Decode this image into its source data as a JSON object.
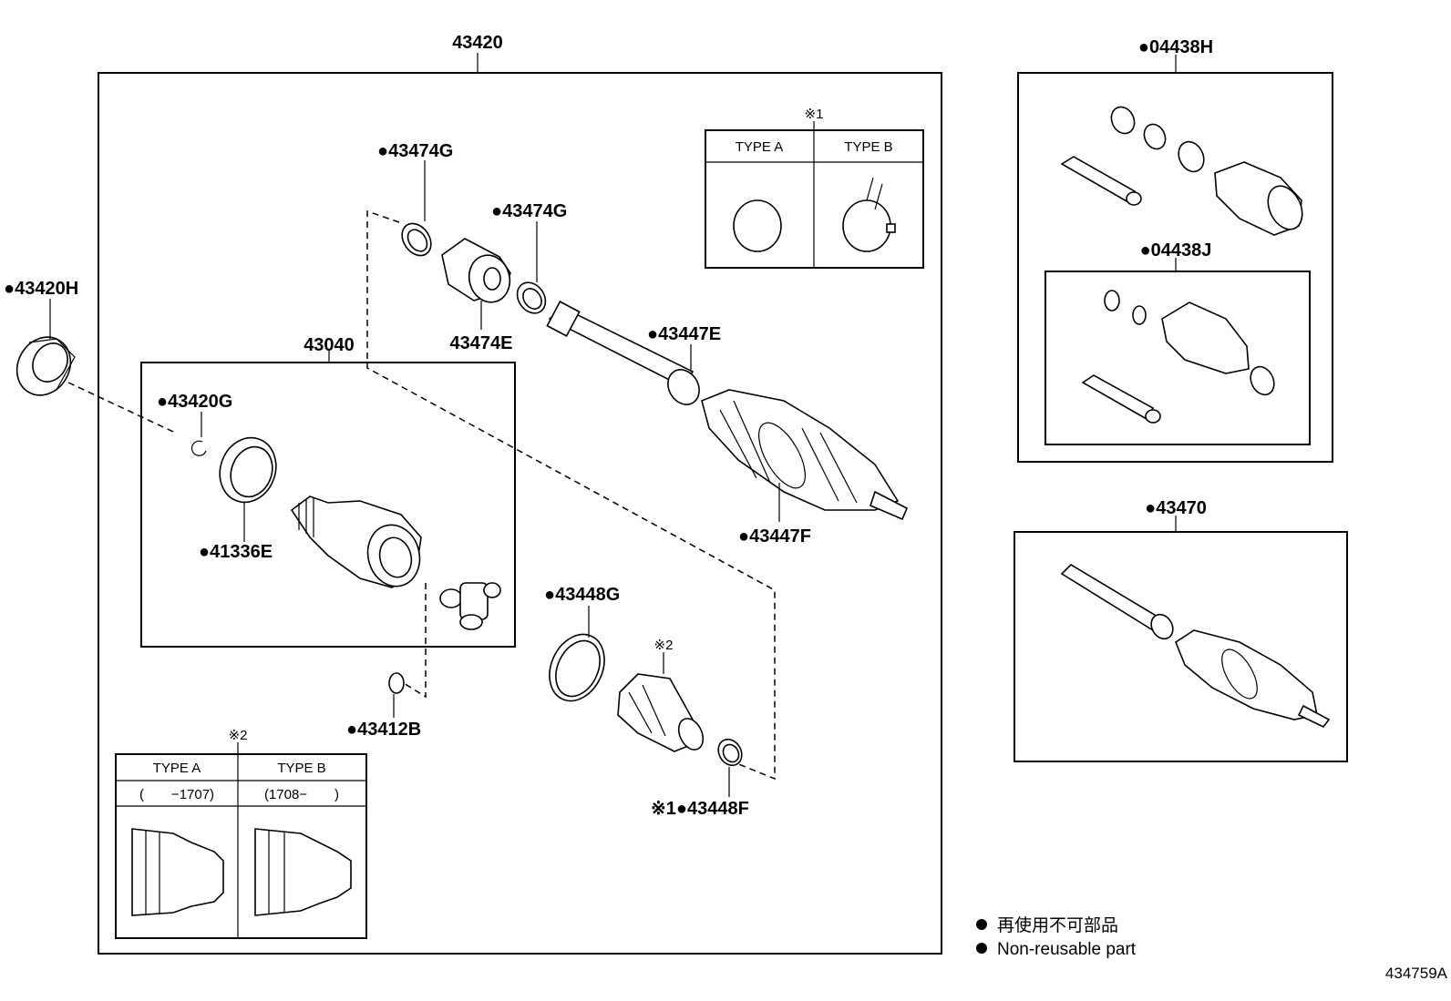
{
  "diagram": {
    "labels": {
      "assembly": "43420",
      "inner_joint": "43040",
      "seal": "●43420H",
      "snap_ring_g": "●43420G",
      "ring_e": "●41336E",
      "snap_ring_b": "●43412B",
      "clamp_g1": "●43474G",
      "clamp_g2": "●43474G",
      "damper": "43474E",
      "clamp_e": "●43447E",
      "clamp_f": "●43447F",
      "boot_clamp_g": "●43448G",
      "boot_clamp_f": "※1●43448F",
      "note2_boot": "※2",
      "kit_h": "●04438H",
      "kit_j": "●04438J",
      "shaft_assy": "●43470"
    },
    "clamp_types": {
      "marker": "※1",
      "type_a": "TYPE A",
      "type_b": "TYPE B"
    },
    "boot_types": {
      "marker": "※2",
      "type_a": "TYPE A",
      "type_b": "TYPE B",
      "range_a": "(　　−1707)",
      "range_b": "(1708−　　)"
    },
    "legend": {
      "japanese": "再使用不可部品",
      "english": "Non-reusable part"
    },
    "reference": "434759A"
  }
}
